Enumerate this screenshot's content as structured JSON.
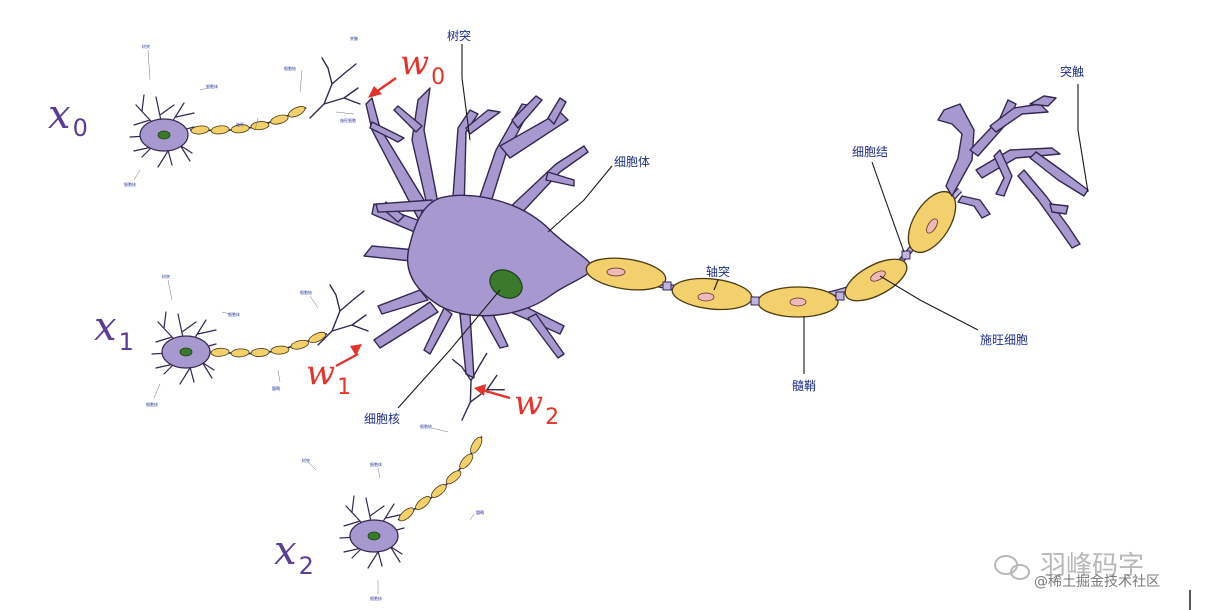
{
  "labels": {
    "dendrite": "树突",
    "cell_body": "细胞体",
    "axon": "轴突",
    "node_of_ranvier": "细胞结",
    "terminal": "突触",
    "schwann_cell": "施旺细胞",
    "myelin_sheath": "髓鞘",
    "nucleus": "细胞核"
  },
  "inputs": [
    {
      "var": "x",
      "sub": "0"
    },
    {
      "var": "x",
      "sub": "1"
    },
    {
      "var": "x",
      "sub": "2"
    }
  ],
  "weights": [
    {
      "var": "w",
      "sub": "0"
    },
    {
      "var": "w",
      "sub": "1"
    },
    {
      "var": "w",
      "sub": "2"
    }
  ],
  "watermark": {
    "brand": "羽峰码字",
    "site": "@稀土掘金技术社区"
  },
  "colors": {
    "neuron_body": "#a898d0",
    "myelin": "#f2d06c",
    "nucleus": "#3a7a2a",
    "weight_arrow": "#e2342a",
    "input_var": "#5a3e96",
    "label_text": "#1f2f8a"
  }
}
